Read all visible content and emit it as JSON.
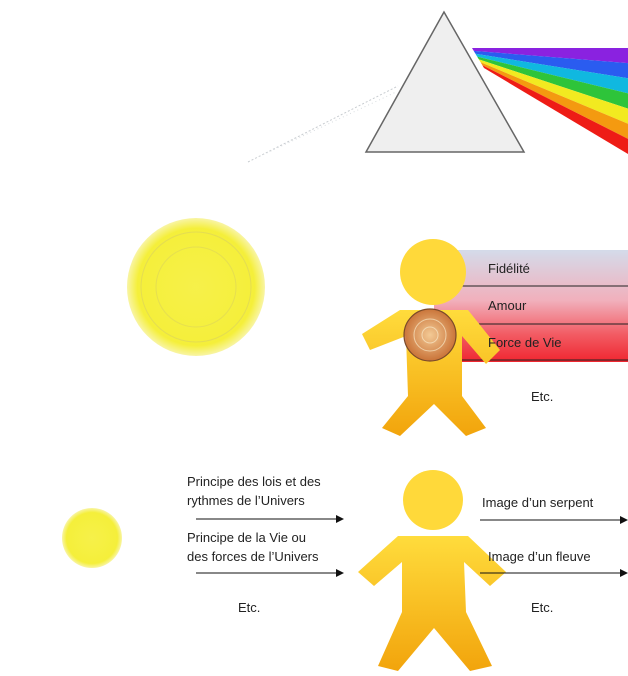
{
  "panel_middle": {
    "labels": [
      "Fidélité",
      "Amour",
      "Force de Vie"
    ],
    "etc": "Etc.",
    "band_colors": [
      "#d6dcea",
      "#f2aab8",
      "#f0303a"
    ]
  },
  "panel_bottom": {
    "left_labels": [
      {
        "line1": "Principe des lois et des",
        "line2": "rythmes de l’Univers"
      },
      {
        "line1": "Principe de la Vie ou",
        "line2": "des forces de l’Univers"
      }
    ],
    "left_etc": "Etc.",
    "right_labels": [
      "Image d’un serpent",
      "Image d’un fleuve"
    ],
    "right_etc": "Etc."
  },
  "colors": {
    "spectrum": [
      "#8a22e0",
      "#2a5cf0",
      "#10b8e0",
      "#2ec43a",
      "#f2ea20",
      "#f49a10",
      "#ee1c16"
    ],
    "figure_top": "#ffd93a",
    "figure_bottom": "#f2a50c",
    "sun_glow": "#f4f23a"
  }
}
